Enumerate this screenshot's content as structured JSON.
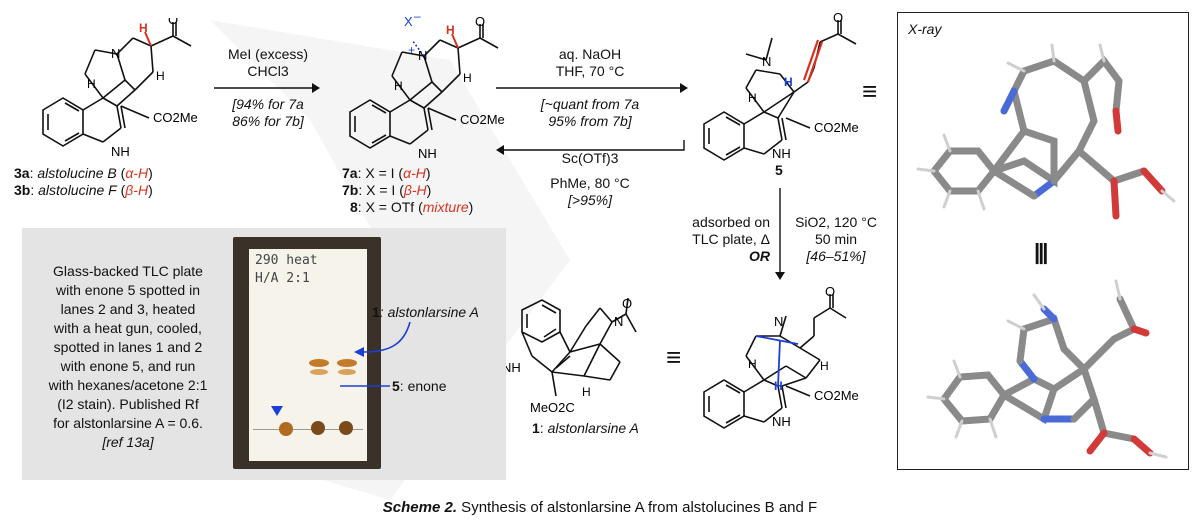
{
  "scheme_caption": {
    "label": "Scheme 2.",
    "text": " Synthesis of alstonlarsine A from alstolucines B and F"
  },
  "compounds": {
    "c3a_num": "3a",
    "c3a_name": "alstolucine B",
    "c3a_stereo": "α-H",
    "c3b_num": "3b",
    "c3b_name": "alstolucine F",
    "c3b_stereo": "β-H",
    "c7a_num": "7a",
    "c7a_text": ": X = I (",
    "c7a_stereo": "α-H",
    "c7b_num": "7b",
    "c7b_text": ": X = I (",
    "c7b_stereo": "β-H",
    "c8_num": "8",
    "c8_text": ": X = OTf (",
    "c8_mixture": "mixture",
    "c5_num": "5",
    "c1_num": "1",
    "c1_name": "alstonlarsine A"
  },
  "reactions": {
    "step1_reagent": "MeI (excess)",
    "step1_solvent": "CHCl3",
    "step1_yield_a": "[94% for 7a",
    "step1_yield_b": "86% for 7b]",
    "step2_reagent": "aq. NaOH",
    "step2_cond": "THF, 70 °C",
    "step2_yield_a": "[~quant from 7a",
    "step2_yield_b": "95% from 7b]",
    "step3_reagent": "Sc(OTf)3",
    "step3_cond": "PhMe, 80 °C",
    "step3_yield": "[>95%]",
    "step4_left_1": "adsorbed on",
    "step4_left_2": "TLC plate, Δ",
    "step4_or": "OR",
    "step4_right_1": "SiO2, 120 °C",
    "step4_right_2": "50 min",
    "step4_right_3": "[46–51%]"
  },
  "atoms": {
    "N": "N",
    "NH": "NH",
    "H": "H",
    "O": "O",
    "co2me": "CO2Me",
    "meo2c": "MeO2C",
    "x_minus": "X",
    "plus": "+",
    "minus": "–",
    "equiv": "≡",
    "equiv_vertical": "|||"
  },
  "tlc": {
    "description": [
      "Glass-backed TLC plate",
      "with enone 5 spotted in",
      "lanes 2 and 3, heated",
      "with a heat gun, cooled,",
      "spotted in lanes 1 and 2",
      "with enone 5, and run",
      "with hexanes/acetone 2:1",
      "(I2 stain). Published Rf",
      "for alstonlarsine A = 0.6."
    ],
    "reference": "[ref 13a]",
    "plate_handwriting_1": "290  heat",
    "plate_handwriting_2": "H/A 2:1",
    "label_top_num": "1",
    "label_top_name": ": alstonlarsine A",
    "label_bottom_num": "5",
    "label_bottom_name": ": enone"
  },
  "xray": {
    "title": "X-ray"
  },
  "colors": {
    "red": "#d8321e",
    "blue": "#1a3fd6",
    "panel_gray": "#e4e4e4",
    "spot_brown": "#b06a22"
  }
}
